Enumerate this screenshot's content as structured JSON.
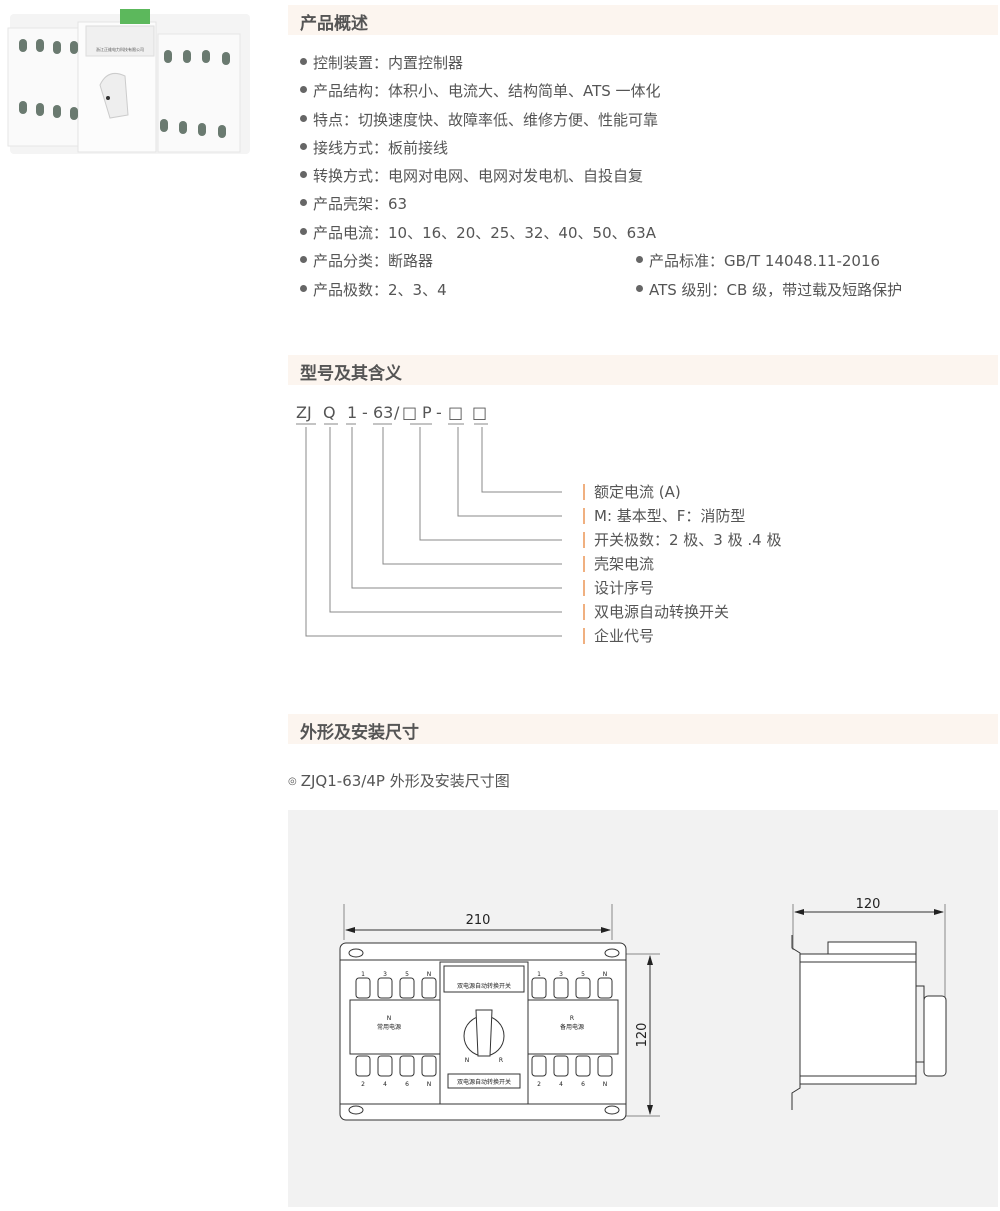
{
  "product_image": {
    "label": "浙江正维电力科技有限公司"
  },
  "overview": {
    "title": "产品概述",
    "items": [
      "控制装置：内置控制器",
      "产品结构：体积小、电流大、结构简单、ATS 一体化",
      "特点：切换速度快、故障率低、维修方便、性能可靠",
      "接线方式：板前接线",
      "转换方式：电网对电网、电网对发电机、自投自复",
      "产品壳架：63",
      "产品电流：10、16、20、25、32、40、50、63A",
      "产品分类：断路器",
      "产品极数：2、3、4"
    ],
    "right_items": [
      "产品标准：GB/T 14048.11-2016",
      "ATS 级别：CB 级，带过载及短路保护"
    ]
  },
  "model": {
    "title": "型号及其含义",
    "tokens": [
      "ZJ",
      "Q",
      "1",
      "-",
      "63",
      "/",
      "□",
      "P",
      "-",
      "□",
      "□"
    ],
    "meanings": [
      "额定电流 (A)",
      "M: 基本型、F：消防型",
      "开关极数：2 极、3 极 .4 极",
      "壳架电流",
      "设计序号",
      "双电源自动转换开关",
      "企业代号"
    ],
    "accent_color": "#f0b080"
  },
  "dimensions": {
    "title": "外形及安装尺寸",
    "caption": "ZJQ1-63/4P 外形及安装尺寸图",
    "caption_icon": "circle-dot-icon",
    "front": {
      "width_label": "210",
      "height_label": "120",
      "top_terminals": [
        "1",
        "3",
        "5",
        "N"
      ],
      "bottom_terminals": [
        "2",
        "4",
        "6",
        "N"
      ],
      "left_label_1": "N",
      "left_label_2": "常用电源",
      "right_label_1": "R",
      "right_label_2": "备用电源",
      "panel_label": "双电源自动转换开关",
      "bottom_label": "双电源自动转换开关",
      "dial_left": "N",
      "dial_right": "R"
    },
    "side": {
      "depth_label": "120"
    }
  }
}
